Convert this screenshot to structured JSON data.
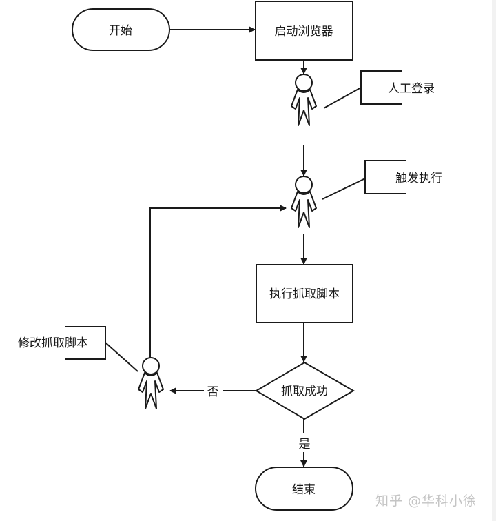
{
  "diagram": {
    "type": "flowchart",
    "colors": {
      "stroke": "#1a1a1a",
      "background": "#ffffff",
      "watermark": "#c4c4c4"
    },
    "nodes": {
      "start": {
        "kind": "terminator",
        "label": "开始"
      },
      "launch_browser": {
        "kind": "process",
        "label": "启动浏览器"
      },
      "actor_login": {
        "kind": "actor",
        "annotation": "人工登录"
      },
      "actor_trigger": {
        "kind": "actor",
        "annotation": "触发执行"
      },
      "run_script": {
        "kind": "process",
        "label": "执行抓取脚本"
      },
      "check_success": {
        "kind": "decision",
        "label": "抓取成功"
      },
      "actor_modify": {
        "kind": "actor",
        "annotation": "修改抓取脚本"
      },
      "end": {
        "kind": "terminator",
        "label": "结束"
      }
    },
    "edges": [
      {
        "from": "start",
        "to": "launch_browser",
        "label": ""
      },
      {
        "from": "launch_browser",
        "to": "actor_login",
        "label": ""
      },
      {
        "from": "actor_login",
        "to": "actor_trigger",
        "label": ""
      },
      {
        "from": "actor_trigger",
        "to": "run_script",
        "label": ""
      },
      {
        "from": "run_script",
        "to": "check_success",
        "label": ""
      },
      {
        "from": "check_success",
        "to": "actor_modify",
        "label": "否"
      },
      {
        "from": "check_success",
        "to": "end",
        "label": "是"
      },
      {
        "from": "actor_modify",
        "to": "actor_trigger",
        "label": ""
      }
    ],
    "edge_labels": {
      "no": "否",
      "yes": "是"
    }
  },
  "watermark": "知乎 @华科小徐"
}
